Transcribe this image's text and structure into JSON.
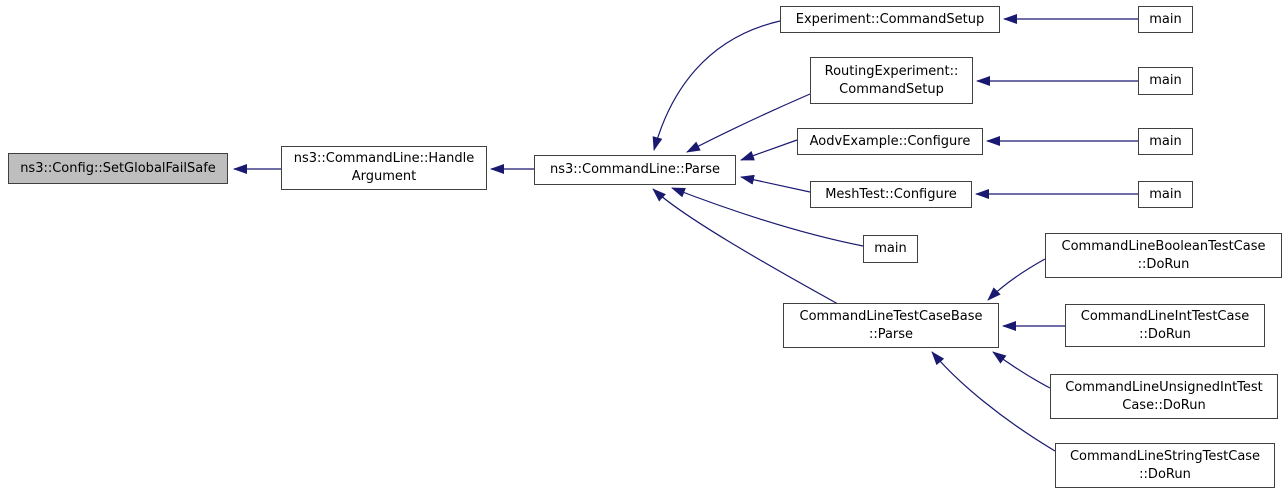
{
  "diagram": {
    "kind": "caller-graph",
    "colors": {
      "background": "#ffffff",
      "edge": "#191970",
      "node_border": "#404040",
      "node_fill": "#ffffff",
      "highlight_node_fill": "#bebebe",
      "text": "#000000"
    }
  },
  "nodes": {
    "set_global_fail_safe": {
      "label": "ns3::Config::SetGlobalFailSafe"
    },
    "handle_argument": {
      "label": "ns3::CommandLine::Handle\nArgument"
    },
    "parse": {
      "label": "ns3::CommandLine::Parse"
    },
    "experiment_command_setup": {
      "label": "Experiment::CommandSetup"
    },
    "routing_experiment_command_setup": {
      "label": "RoutingExperiment::\nCommandSetup"
    },
    "aodv_example_configure": {
      "label": "AodvExample::Configure"
    },
    "mesh_test_configure": {
      "label": "MeshTest::Configure"
    },
    "main_parse": {
      "label": "main"
    },
    "test_case_base_parse": {
      "label": "CommandLineTestCaseBase\n::Parse"
    },
    "boolean_test_case_do_run": {
      "label": "CommandLineBooleanTestCase\n::DoRun"
    },
    "int_test_case_do_run": {
      "label": "CommandLineIntTestCase\n::DoRun"
    },
    "unsigned_int_test_case_do_run": {
      "label": "CommandLineUnsignedIntTest\nCase::DoRun"
    },
    "string_test_case_do_run": {
      "label": "CommandLineStringTestCase\n::DoRun"
    },
    "main_experiment": {
      "label": "main"
    },
    "main_routing": {
      "label": "main"
    },
    "main_aodv": {
      "label": "main"
    },
    "main_mesh": {
      "label": "main"
    }
  }
}
